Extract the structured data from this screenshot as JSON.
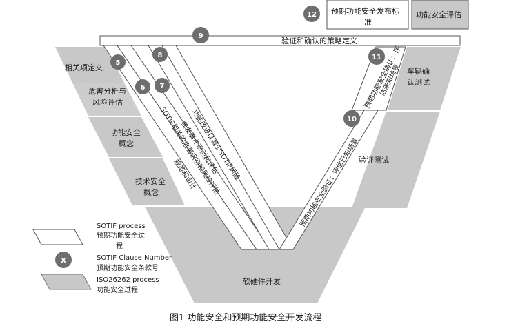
{
  "top_boxes": {
    "sotif_standard_release": "预期功能安全发布标准",
    "safety_assessment": "功能安全评估"
  },
  "strategy_bar": "验证和确认的策略定义",
  "iso_left_steps": {
    "item_definition": "相关项定义",
    "hazard_analysis_line1": "危害分析与",
    "hazard_analysis_line2": "风险评估",
    "fsc_line1": "功能安全",
    "fsc_line2": "概念",
    "tsc_line1": "技术安全",
    "tsc_line2": "概念"
  },
  "iso_right_steps": {
    "vehicle_test_line1": "车辆确",
    "vehicle_test_line2": "认测试",
    "verification_test": "验证测试"
  },
  "bottom_step": "软硬件开发",
  "sotif_left_bands": {
    "band_7_line1": "功能改进以减少SOTIF风险",
    "band_7_line2": "触发事件识别和评估",
    "band_6_line1": "SOTIF相关的危害识别和风险评估",
    "band_6_line2": "规范和设计"
  },
  "sotif_right_bands": {
    "band_10": "预期功能安全验证：评估已知场景",
    "band_11_line1": "预期功能安全确认：评",
    "band_11_line2": "估未知场景"
  },
  "clause_numbers": [
    "5",
    "6",
    "7",
    "8",
    "9",
    "10",
    "11",
    "12"
  ],
  "legend": {
    "sotif_en": "SOTIF process",
    "sotif_cn_line1": "预期功能安全过",
    "sotif_cn_line2": "程",
    "marker": "X",
    "clause_en": "SOTIF Clause Number",
    "clause_cn": "预期功能安全条款号",
    "iso_en": "ISO26262 process",
    "iso_cn": "功能安全过程"
  },
  "caption": "图1  功能安全和预期功能安全开发流程",
  "colors": {
    "iso_gray": "#c8c8c8",
    "iso_gray_light": "#d6d6d6",
    "circle": "#6e6e6e",
    "stroke": "#555555"
  }
}
